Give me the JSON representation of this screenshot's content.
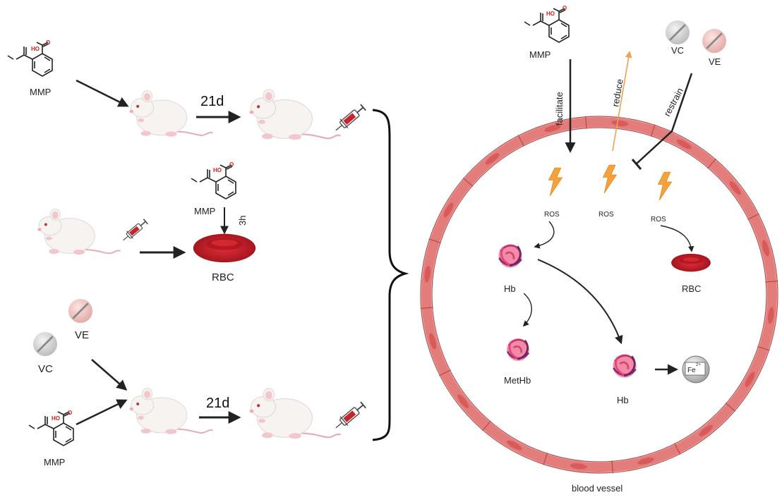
{
  "left_panel": {
    "row1": {
      "compound": "MMP",
      "duration": "21d"
    },
    "row2": {
      "compound": "MMP",
      "duration": "3h",
      "target": "RBC"
    },
    "row3": {
      "pill1": "VC",
      "pill2": "VE",
      "compound": "MMP",
      "duration": "21d"
    }
  },
  "right_panel": {
    "top_compound": "MMP",
    "pill1": "VC",
    "pill2": "VE",
    "arrow_facilitate": "facilitate",
    "arrow_reduce": "reduce",
    "arrow_restrain": "restrain",
    "ros1": "ROS",
    "ros2": "ROS",
    "ros3": "ROS",
    "hb1": "Hb",
    "methb": "MetHb",
    "hb2": "Hb",
    "rbc": "RBC",
    "fe": "Fe",
    "fe_charge": "2+",
    "vessel_label": "blood vessel"
  },
  "chemistry": {
    "ho": "HO",
    "o": "O"
  },
  "colors": {
    "vessel": "#e27d7b",
    "vessel_outline": "#b54a48",
    "nucleus": "#d85a5a",
    "rbc": "#c2202a",
    "lightning": "#f5a23a",
    "hb": "#e85a8a",
    "reduce_arrow": "#f0a050"
  }
}
